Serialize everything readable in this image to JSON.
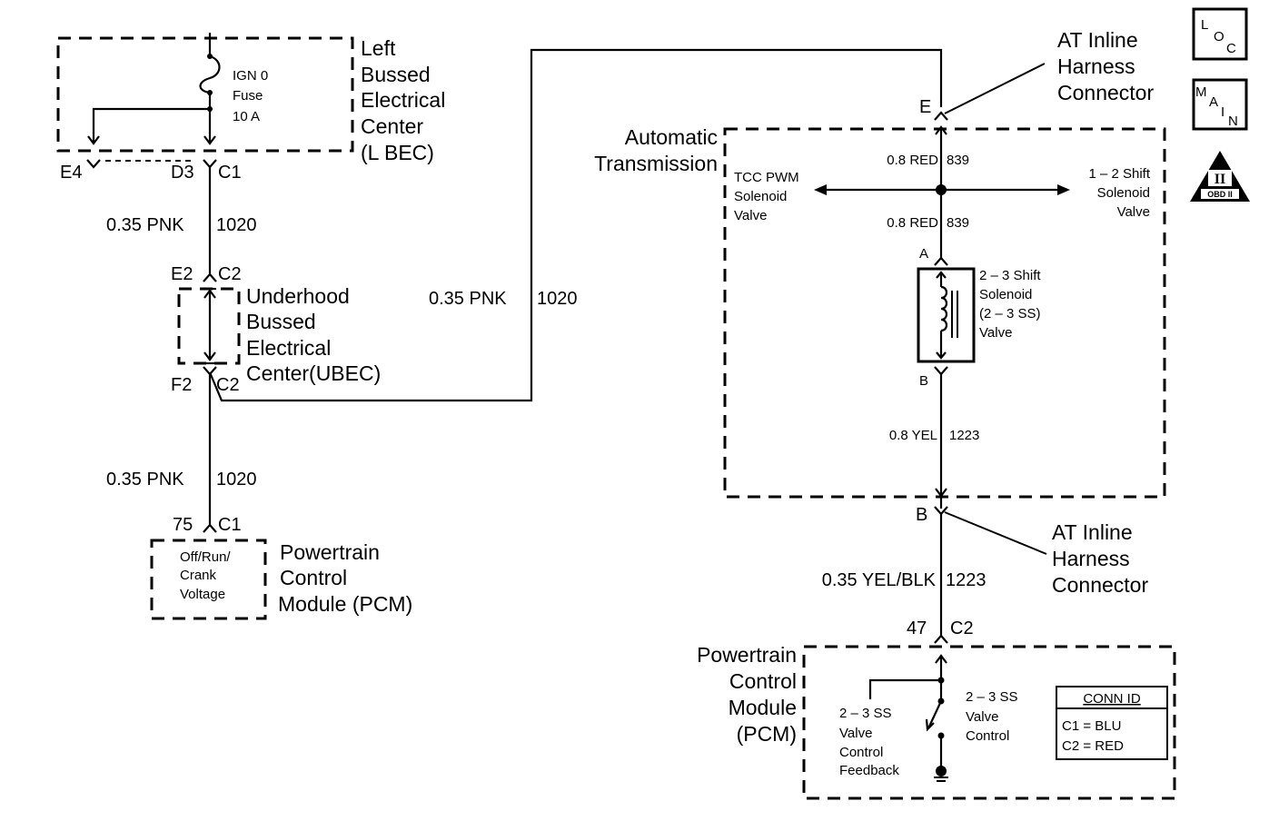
{
  "left_bec": {
    "title_lines": [
      "Left",
      "Bussed",
      "Electrical",
      "Center",
      "(L BEC)"
    ],
    "fuse_lines": [
      "IGN 0",
      "Fuse",
      "10 A"
    ],
    "pin_e4": "E4",
    "pin_d3": "D3",
    "conn_c1": "C1"
  },
  "wire_top_left": {
    "gauge_color": "0.35 PNK",
    "circuit": "1020"
  },
  "ubec": {
    "title_lines": [
      "Underhood",
      "Bussed",
      "Electrical",
      "Center(UBEC)"
    ],
    "pin_e2": "E2",
    "conn_top": "C2",
    "pin_f2": "F2",
    "conn_bottom": "C2"
  },
  "wire_mid_right": {
    "gauge_color": "0.35 PNK",
    "circuit": "1020"
  },
  "wire_bottom_left": {
    "gauge_color": "0.35 PNK",
    "circuit": "1020"
  },
  "pcm_left": {
    "pin": "75",
    "conn": "C1",
    "inner_lines": [
      "Off/Run/",
      "Crank",
      "Voltage"
    ],
    "title_lines": [
      "Powertrain",
      "Control",
      "Module (PCM)"
    ]
  },
  "at_inline_top": {
    "pin": "E",
    "label_lines": [
      "AT Inline",
      "Harness",
      "Connector"
    ]
  },
  "auto_trans": {
    "title_lines": [
      "Automatic",
      "Transmission"
    ],
    "wire_upper": {
      "gauge_color": "0.8 RED",
      "circuit": "839"
    },
    "wire_lower": {
      "gauge_color": "0.8 RED",
      "circuit": "839"
    },
    "tcc_lines": [
      "TCC PWM",
      "Solenoid",
      "Valve"
    ],
    "shift12_lines": [
      "1 – 2 Shift",
      "Solenoid",
      "Valve"
    ],
    "pin_a": "A",
    "pin_b": "B",
    "solenoid_lines": [
      "2 – 3 Shift",
      "Solenoid",
      "(2 – 3 SS)",
      "Valve"
    ],
    "wire_yel": {
      "gauge_color": "0.8 YEL",
      "circuit": "1223"
    }
  },
  "at_inline_bottom": {
    "pin": "B",
    "label_lines": [
      "AT Inline",
      "Harness",
      "Connector"
    ]
  },
  "wire_yel_blk": {
    "gauge_color": "0.35 YEL/BLK",
    "circuit": "1223"
  },
  "pcm_right": {
    "pin": "47",
    "conn": "C2",
    "title_lines": [
      "Powertrain",
      "Control",
      "Module",
      "(PCM)"
    ],
    "feedback_lines": [
      "2 – 3 SS",
      "Valve",
      "Control",
      "Feedback"
    ],
    "control_lines": [
      "2 – 3 SS",
      "Valve",
      "Control"
    ],
    "conn_id": {
      "title": "CONN ID",
      "rows": [
        "C1 = BLU",
        "C2 = RED"
      ]
    }
  },
  "badges": {
    "loc": [
      "L",
      "O",
      "C"
    ],
    "main": [
      "M",
      "A",
      "I",
      "N"
    ],
    "obd": {
      "roman": "II",
      "label": "OBD II"
    }
  }
}
